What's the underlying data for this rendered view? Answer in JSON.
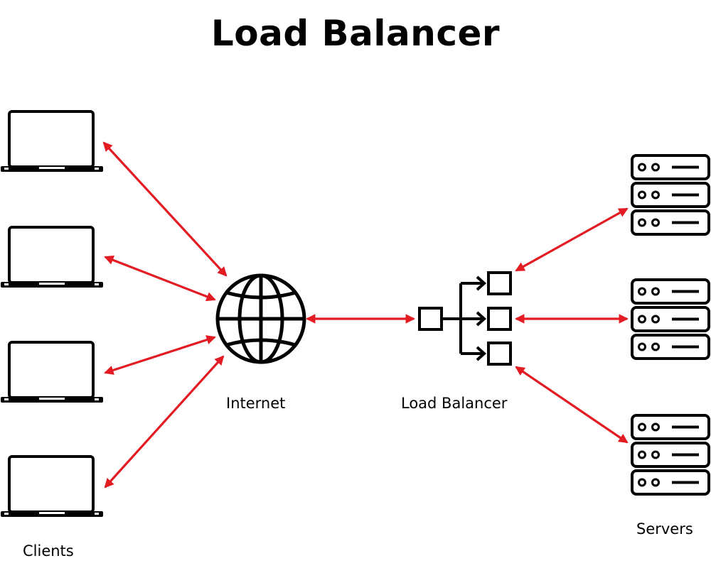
{
  "title": "Load Balancer",
  "labels": {
    "clients": "Clients",
    "internet": "Internet",
    "load_balancer": "Load Balancer",
    "servers": "Servers"
  },
  "colors": {
    "arrow": "#e31b23",
    "icon": "#000000"
  }
}
